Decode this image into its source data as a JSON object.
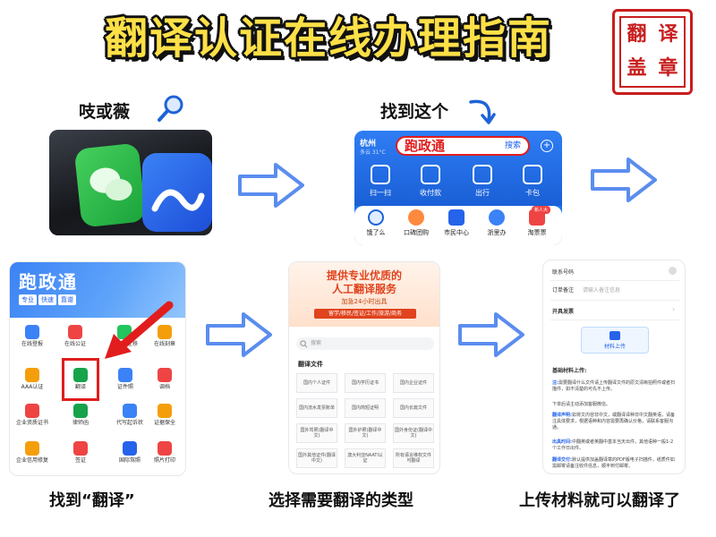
{
  "header": {
    "title": "翻译认证在线办理指南",
    "seal_chars": [
      "翻",
      "译",
      "盖",
      "章"
    ]
  },
  "steps": {
    "step1_label": "吱或薇",
    "step2_label": "找到这个",
    "step3_caption": "找到“翻译”",
    "step4_caption": "选择需要翻译的类型",
    "step5_caption": "上传材料就可以翻译了"
  },
  "alipay_home": {
    "city": "杭州",
    "weather": "多云 31°C",
    "search_text": "跑政通",
    "search_button": "搜索",
    "top_actions": [
      "扫一扫",
      "收付款",
      "出行",
      "卡包"
    ],
    "bottom_actions": [
      "饿了么",
      "口碑团购",
      "市民中心",
      "浙里办",
      "淘票票"
    ],
    "badge": "新人大"
  },
  "service_page": {
    "banner_title": "跑政通",
    "banner_tags": [
      "专业",
      "快速",
      "靠谱"
    ],
    "items": [
      "在线登报",
      "在线公证",
      "公众号迁移",
      "在线刻章",
      "AAA认证",
      "翻译",
      "证件照",
      "调档",
      "企业资质证书",
      "律师函",
      "代写起诉状",
      "证据保全",
      "企业信用修复",
      "签证",
      "国际驾照",
      "照片打印"
    ]
  },
  "translate_page": {
    "banner_line1": "提供专业优质的",
    "banner_line2": "人工翻译服务",
    "banner_line3": "加急24小时出具",
    "banner_line4": "留学/移民/签证/工作/旅游/商务",
    "search_placeholder": "搜索",
    "section_title": "翻译文件",
    "docs": [
      "国内个人证件",
      "国内学历证书",
      "国内企业证件",
      "国内流水发票账单",
      "国内简短证明",
      "国内长篇文件",
      "国外驾照(翻译中文)",
      "国外护照(翻译中文)",
      "国外身份证(翻译中文)",
      "国外其他证件(翻译中文)",
      "澳大利亚NAATI认证",
      "所有语言维权文件可翻译"
    ]
  },
  "order_page": {
    "contact_label": "联系号码",
    "remark_label": "订单备注",
    "remark_placeholder": "请输入备注信息",
    "invoice_label": "开具发票",
    "upload_label": "材料上传",
    "info_title": "基础材料上传:",
    "note_label": "注:",
    "note_text": "需要翻译什么文件请上传翻译文件的原文清晰拍照件或者扫描件，如不清楚的可先不上传。",
    "note2": "下单后请主动添加客服微信。",
    "lang_label": "翻译声明:",
    "lang_text": "如将文内容非中文，或翻译译种非中文翻英语，请备注具体要求，根据语种和内容需要再确认价格，请联系客服沟通。",
    "time_label": "出具时间:",
    "time_text": "中翻英或者英翻中基本当天出件，其他语种一般1-2个工作日出件。",
    "deliver_label": "翻译交付:",
    "deliver_text": "默认提供加盖翻译章的PDF版电子扫描件，纸质件如需邮寄请备注收件信息，顺丰到付邮寄。"
  }
}
